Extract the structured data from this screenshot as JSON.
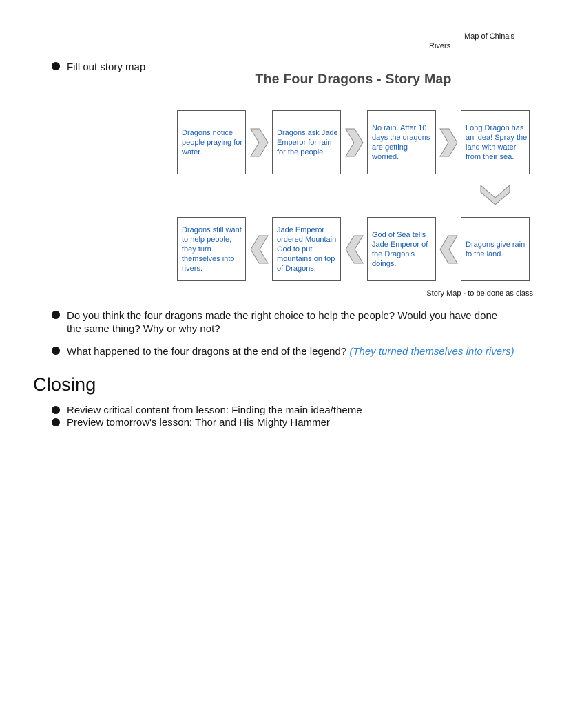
{
  "header_fragment": {
    "line1": "Map of China's",
    "line2": "Rivers"
  },
  "intro_bullet": "Fill out story map",
  "story_map": {
    "title": "The Four Dragons - Story Map",
    "caption": "Story Map - to be done as class",
    "row1": [
      "Dragons notice people praying for water.",
      "Dragons ask Jade Emperor for rain for the people.",
      "No rain. After 10 days the dragons are getting worried.",
      "Long Dragon has an idea! Spray the land with water from their sea."
    ],
    "row2": [
      "Dragons still want to help people, they turn themselves into rivers.",
      "Jade Emperor ordered Mountain God to put mountains on top of Dragons.",
      "God of Sea tells Jade Emperor of the Dragon's doings.",
      "Dragons give rain to the land."
    ],
    "flow_icons": [
      "arrow-right",
      "arrow-right",
      "arrow-right",
      "arrow-down",
      "arrow-left",
      "arrow-left",
      "arrow-left"
    ]
  },
  "questions": {
    "q1": "Do you think the four dragons made the right choice to help the people? Would you have done the same thing? Why or why not?",
    "q2": "What happened to the four dragons at the end of the legend?",
    "q2_answer": "(They turned themselves into rivers)"
  },
  "closing": {
    "heading": "Closing",
    "items": [
      "Review critical content from lesson: Finding the main idea/theme",
      "Preview tomorrow's lesson: Thor and His Mighty Hammer"
    ]
  },
  "colors": {
    "box_text": "#1f5fa8",
    "answer_text": "#3d85c6",
    "title_text": "#47474b",
    "arrow_fill": "#d9d9d9",
    "arrow_stroke": "#8a8a8a",
    "box_border": "#585858"
  }
}
